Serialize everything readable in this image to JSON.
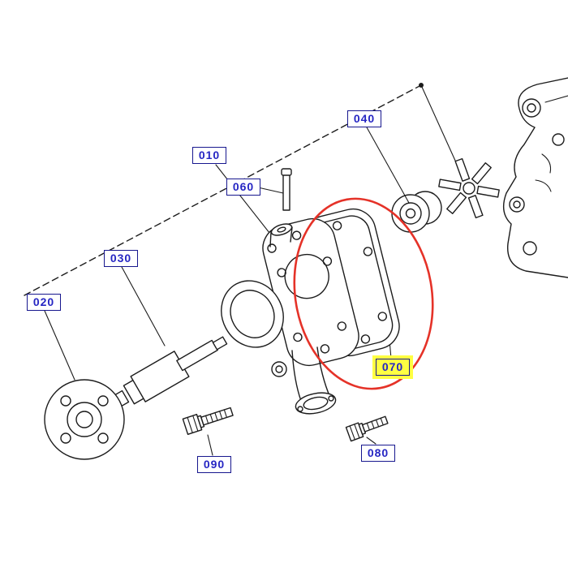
{
  "diagram": {
    "kind": "exploded-parts-diagram",
    "highlight_ellipse_color": "#e53228",
    "selected_label_highlight_color": "#ffff42",
    "label_text_color": "#2626c3",
    "label_border_color": "#17178e",
    "line_color": "#1c1c1c",
    "highlighted_label": "070"
  },
  "labels": [
    {
      "id": "010",
      "text": "010",
      "selected": false
    },
    {
      "id": "020",
      "text": "020",
      "selected": false
    },
    {
      "id": "030",
      "text": "030",
      "selected": false
    },
    {
      "id": "040",
      "text": "040",
      "selected": false
    },
    {
      "id": "060",
      "text": "060",
      "selected": false
    },
    {
      "id": "070",
      "text": "070",
      "selected": true
    },
    {
      "id": "080",
      "text": "080",
      "selected": false
    },
    {
      "id": "090",
      "text": "090",
      "selected": false
    }
  ]
}
